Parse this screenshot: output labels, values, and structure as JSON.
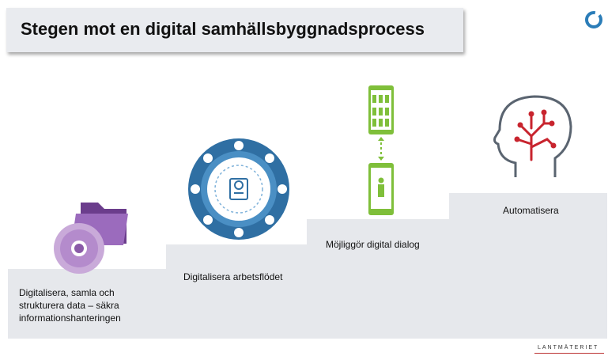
{
  "title": "Stegen mot en digital samhällsbyggnadsprocess",
  "steps": [
    {
      "label": "Digitalisera, samla och strukturera data – säkra informationshanteringen"
    },
    {
      "label": "Digitalisera arbetsflödet"
    },
    {
      "label": "Möjliggör digital dialog"
    },
    {
      "label": "Automatisera"
    }
  ],
  "brand": "LANTMÄTERIET",
  "colors": {
    "purple": "#8a5aa8",
    "blue": "#3a7fb2",
    "green": "#7fbf3a",
    "red": "#c8242e",
    "step": "#e6e8ec"
  },
  "icons": [
    "folder-disc-icon",
    "workflow-wheel-icon",
    "phones-dialog-icon",
    "brain-head-icon",
    "logo-ring-icon"
  ]
}
